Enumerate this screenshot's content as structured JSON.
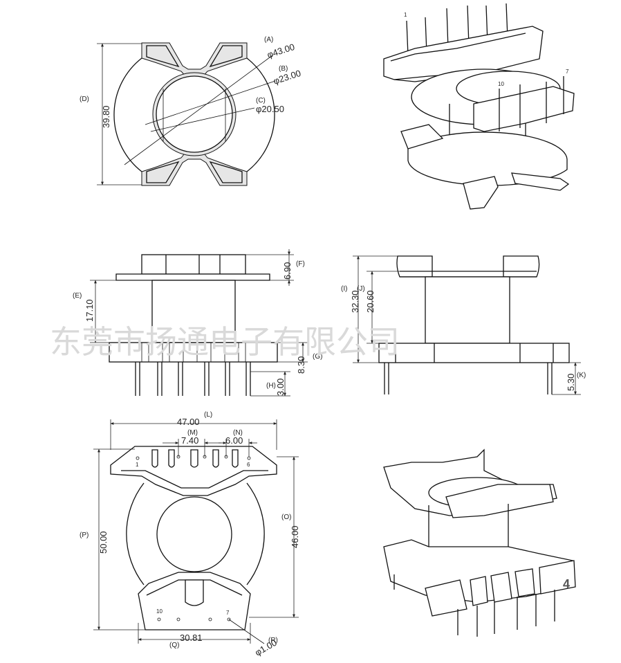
{
  "watermark": "东莞市扬通电子有限公司",
  "views": {
    "top": {
      "labels": {
        "A": "(A)",
        "B": "(B)",
        "C": "(C)",
        "D": "(D)"
      },
      "dims": {
        "A": "φ43.00",
        "B": "φ23.00",
        "C": "φ20.50",
        "D": "39.80"
      }
    },
    "front": {
      "labels": {
        "E": "(E)",
        "F": "(F)",
        "G": "(G)",
        "H": "(H)"
      },
      "dims": {
        "E": "17.10",
        "F": "6.90",
        "G": "8.30",
        "H": "3.00"
      }
    },
    "side": {
      "labels": {
        "I": "(I)",
        "J": "(J)",
        "K": "(K)"
      },
      "dims": {
        "I": "32.30",
        "J": "20.60",
        "K": "5.30"
      }
    },
    "bottom": {
      "labels": {
        "L": "(L)",
        "M": "(M)",
        "N": "(N)",
        "O": "(O)",
        "P": "(P)",
        "Q": "(Q)",
        "R": "(R)"
      },
      "dims": {
        "L": "47.00",
        "M": "7.40",
        "N": "6.00",
        "O": "46.00",
        "P": "50.00",
        "Q": "30.81",
        "R": "φ1.00"
      },
      "pins": {
        "p1": "1",
        "p6": "6",
        "p10": "10",
        "p7": "7"
      }
    },
    "iso_top": {
      "pins": {
        "p1": "1",
        "p7": "7",
        "p10": "10"
      }
    },
    "iso_bottom": {
      "badge": "4"
    }
  }
}
